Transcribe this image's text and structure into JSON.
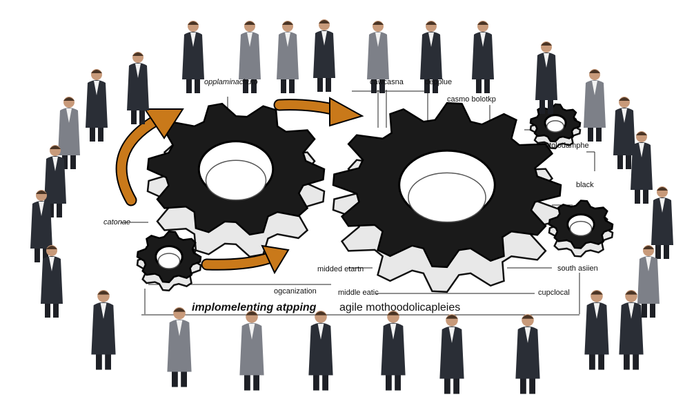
{
  "labels": {
    "top_left": "opplaminachuto",
    "top_mid_1": "cawcasna",
    "top_mid_2": "depplue",
    "top_right": "casmo bolotkp",
    "right_1": "atolodamphe",
    "right_2": "black",
    "left": "catonae",
    "mid_left": "midded etartn",
    "mid_right": "south asiien",
    "bottom_left": "ogcanization",
    "bottom_mid": "middle eatic",
    "bottom_right": "cupclocal"
  },
  "caption": {
    "part1": "implomelenting atpping",
    "part2": "agile mothoodolicapleies"
  },
  "colors": {
    "gear": "#1a1a1a",
    "gear_side": "#e8e8e8",
    "arrow": "#c9791a",
    "suit_dark": "#2a2e36",
    "suit_grey": "#7d8088",
    "shirt": "#f2f2f2"
  }
}
